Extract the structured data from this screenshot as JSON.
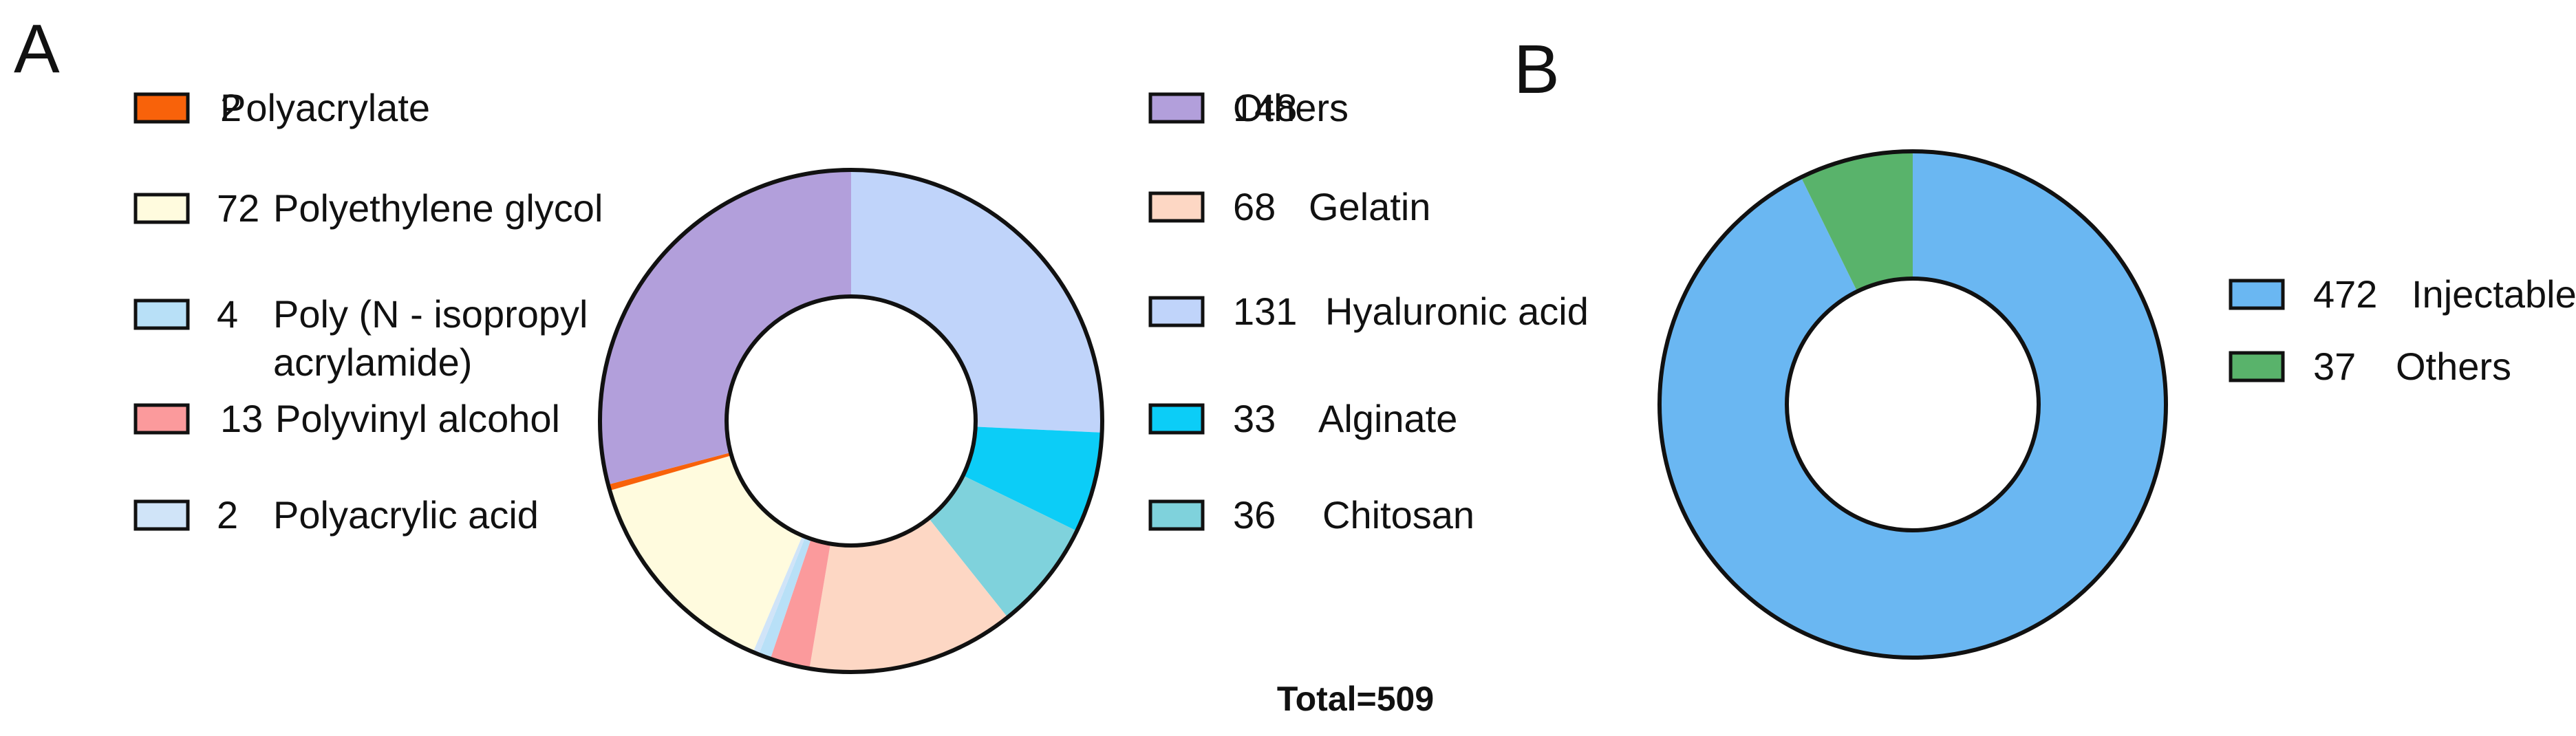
{
  "chart_data": [
    {
      "type": "pie",
      "donut": true,
      "panel_label": "A",
      "total_label": "Total=509",
      "slices": [
        {
          "label": "Hyaluronic acid",
          "count": "131",
          "value": 131,
          "color": "#c0d4fa"
        },
        {
          "label": "Alginate",
          "count": "33",
          "value": 33,
          "color": "#0ccdf7"
        },
        {
          "label": "Chitosan",
          "count": "36",
          "value": 36,
          "color": "#7fd2dc"
        },
        {
          "label": "Gelatin",
          "count": "68",
          "value": 68,
          "color": "#fdd7c4"
        },
        {
          "label": "Polyvinyl alcohol",
          "count": "13",
          "value": 13,
          "color": "#fb9a9c"
        },
        {
          "label": "Poly (N - isopropyl acrylamide)",
          "count": "4",
          "value": 4,
          "color": "#b8e0f7"
        },
        {
          "label": "Polyacrylic acid",
          "count": "2",
          "value": 2,
          "color": "#d0e4f8"
        },
        {
          "label": "Polyethylene glycol",
          "count": "72",
          "value": 72,
          "color": "#fffbde"
        },
        {
          "label": "Polyacrylate",
          "count": "2",
          "value": 2,
          "color": "#f8620a"
        },
        {
          "label": "Others",
          "count": "148",
          "value": 148,
          "color": "#b29fdb"
        }
      ],
      "legend_left": [
        {
          "count": "2",
          "label": "Polyacrylate",
          "color": "#f8620a"
        },
        {
          "count": "72",
          "label": "Polyethylene glycol",
          "color": "#fffbde"
        },
        {
          "count": "4",
          "label": "Poly (N - isopropyl",
          "label2": "acrylamide)",
          "color": "#b8e0f7"
        },
        {
          "count": "13",
          "label": "Polyvinyl alcohol",
          "color": "#fb9a9c"
        },
        {
          "count": "2",
          "label": "Polyacrylic acid",
          "color": "#d0e4f8"
        }
      ],
      "legend_right": [
        {
          "count": "148",
          "label": "Others",
          "color": "#b29fdb"
        },
        {
          "count": "68",
          "label": "Gelatin",
          "color": "#fdd7c4"
        },
        {
          "count": "131",
          "label": "Hyaluronic acid",
          "color": "#c0d4fa"
        },
        {
          "count": "33",
          "label": "Alginate",
          "color": "#0ccdf7"
        },
        {
          "count": "36",
          "label": "Chitosan",
          "color": "#7fd2dc"
        }
      ]
    },
    {
      "type": "pie",
      "donut": true,
      "panel_label": "B",
      "slices": [
        {
          "label": "Injectable",
          "count": "472",
          "value": 472,
          "color": "#6ab7f2"
        },
        {
          "label": "Others",
          "count": "37",
          "value": 37,
          "color": "#59b36b"
        }
      ],
      "legend": [
        {
          "count": "472",
          "label": "Injectable",
          "color": "#6ab7f2"
        },
        {
          "count": "37",
          "label": "Others",
          "color": "#59b36b"
        }
      ]
    }
  ]
}
